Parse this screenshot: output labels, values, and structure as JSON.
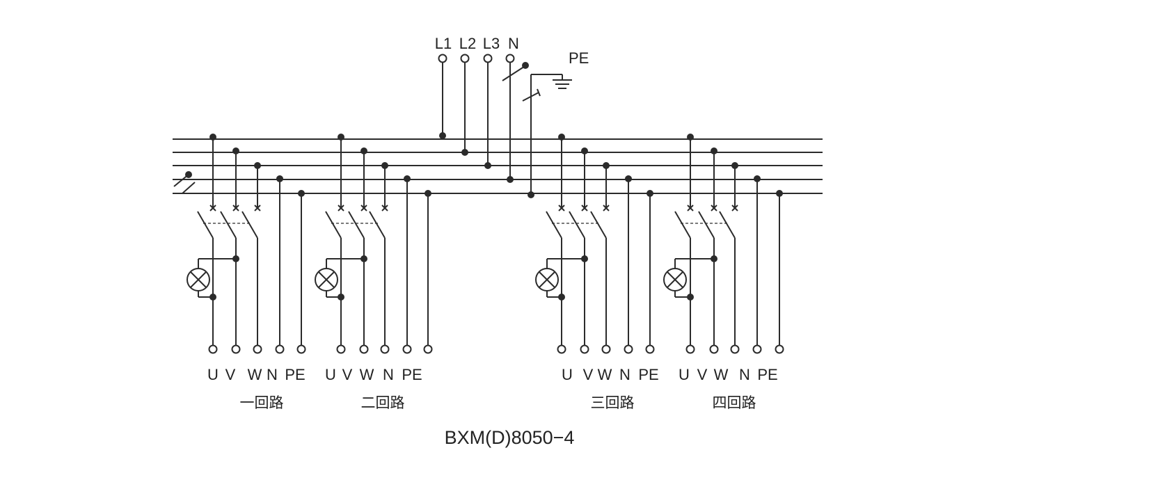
{
  "supply_terminals": [
    "L1",
    "L2",
    "L3",
    "N"
  ],
  "pe_label": "PE",
  "circuits": [
    {
      "name": "一回路",
      "terminals": [
        "U",
        "V",
        "W",
        "N",
        "PE"
      ]
    },
    {
      "name": "二回路",
      "terminals": [
        "U",
        "V",
        "W",
        "N",
        "PE"
      ]
    },
    {
      "name": "三回路",
      "terminals": [
        "U",
        "V",
        "W",
        "N",
        "PE"
      ]
    },
    {
      "name": "四回路",
      "terminals": [
        "U",
        "V",
        "W",
        "N",
        "PE"
      ]
    }
  ],
  "model": "BXM(D)8050−4",
  "colors": {
    "line": "#2b2b2b",
    "text": "#222222",
    "background": "#ffffff"
  }
}
